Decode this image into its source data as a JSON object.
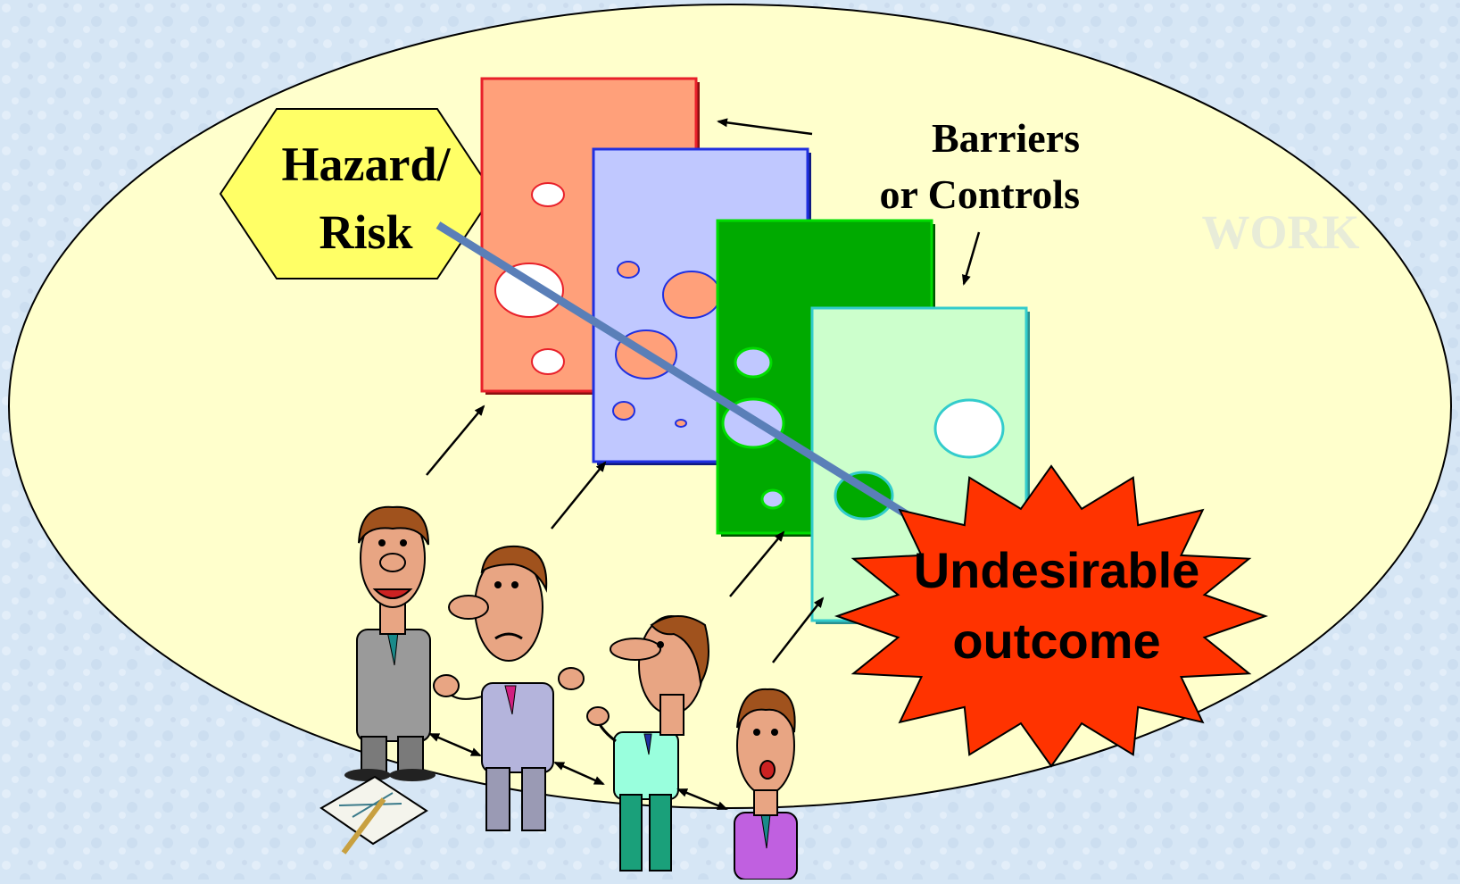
{
  "hazard": {
    "line1": "Hazard/",
    "line2": "Risk"
  },
  "barriers_label": {
    "line1": "Barriers",
    "line2": "or Controls"
  },
  "outcome": {
    "line1": "Undesirable",
    "line2": "outcome"
  },
  "work_label": "WORK",
  "colors": {
    "background": "#d6e6f5",
    "ellipse": "#ffffcc",
    "hazard": "#ffff66",
    "barrier1_fill": "#ffa07a",
    "barrier1_stroke": "#e8202a",
    "barrier2_fill": "#c0c8ff",
    "barrier2_stroke": "#2030e0",
    "barrier3_fill": "#00aa00",
    "barrier3_stroke": "#00dd00",
    "barrier4_fill": "#ccffcc",
    "barrier4_stroke": "#33cccc",
    "outcome_fill": "#ff3300",
    "trajectory": "#5a7fb8"
  }
}
